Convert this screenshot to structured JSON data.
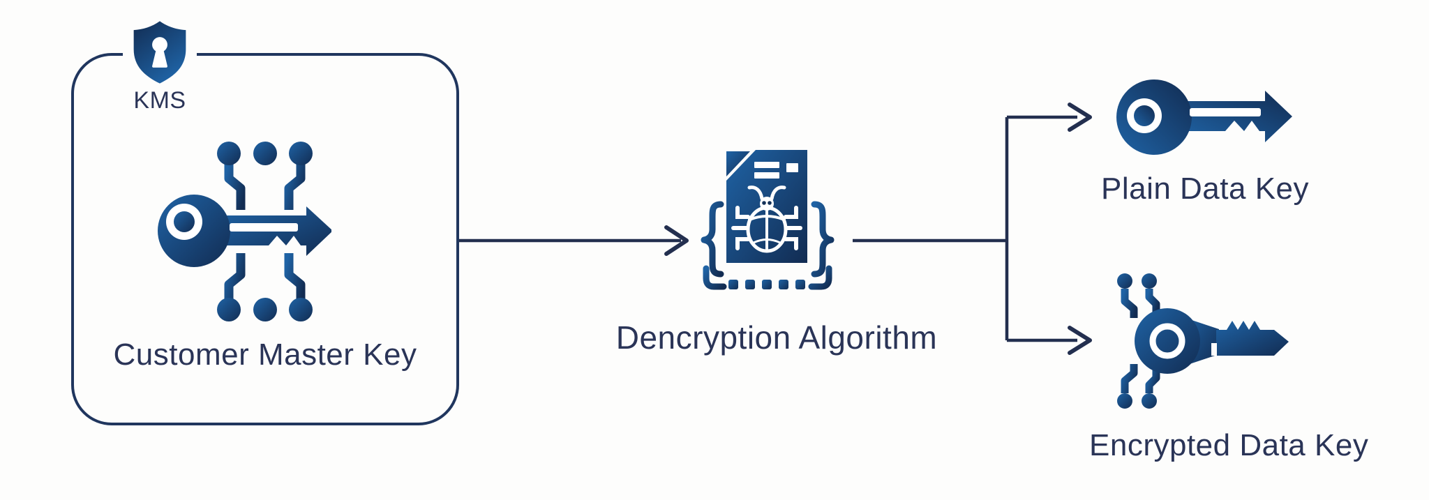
{
  "diagram": {
    "type": "flow-diagram",
    "background": "#fdfdfc"
  },
  "colors": {
    "connector_line": "#232f4f",
    "box_border": "#20365e",
    "label_text": "#2a3457",
    "icon_blue_light": "#1f63a5",
    "icon_blue_dark": "#122c52"
  },
  "kms_box": {
    "badge_label": "KMS",
    "badge_icon": "shield-keyhole-icon",
    "node_label": "Customer Master Key",
    "node_icon": "circuit-key-icon"
  },
  "process": {
    "label": "Dencryption Algorithm",
    "icon": "braces-document-bug-icon"
  },
  "outputs": [
    {
      "label": "Plain Data Key",
      "icon": "key-icon"
    },
    {
      "label": "Encrypted Data Key",
      "icon": "circuit-key-icon"
    }
  ],
  "icons": [
    "shield-keyhole-icon",
    "circuit-key-icon",
    "braces-document-bug-icon",
    "key-icon",
    "arrow-right-icon"
  ]
}
